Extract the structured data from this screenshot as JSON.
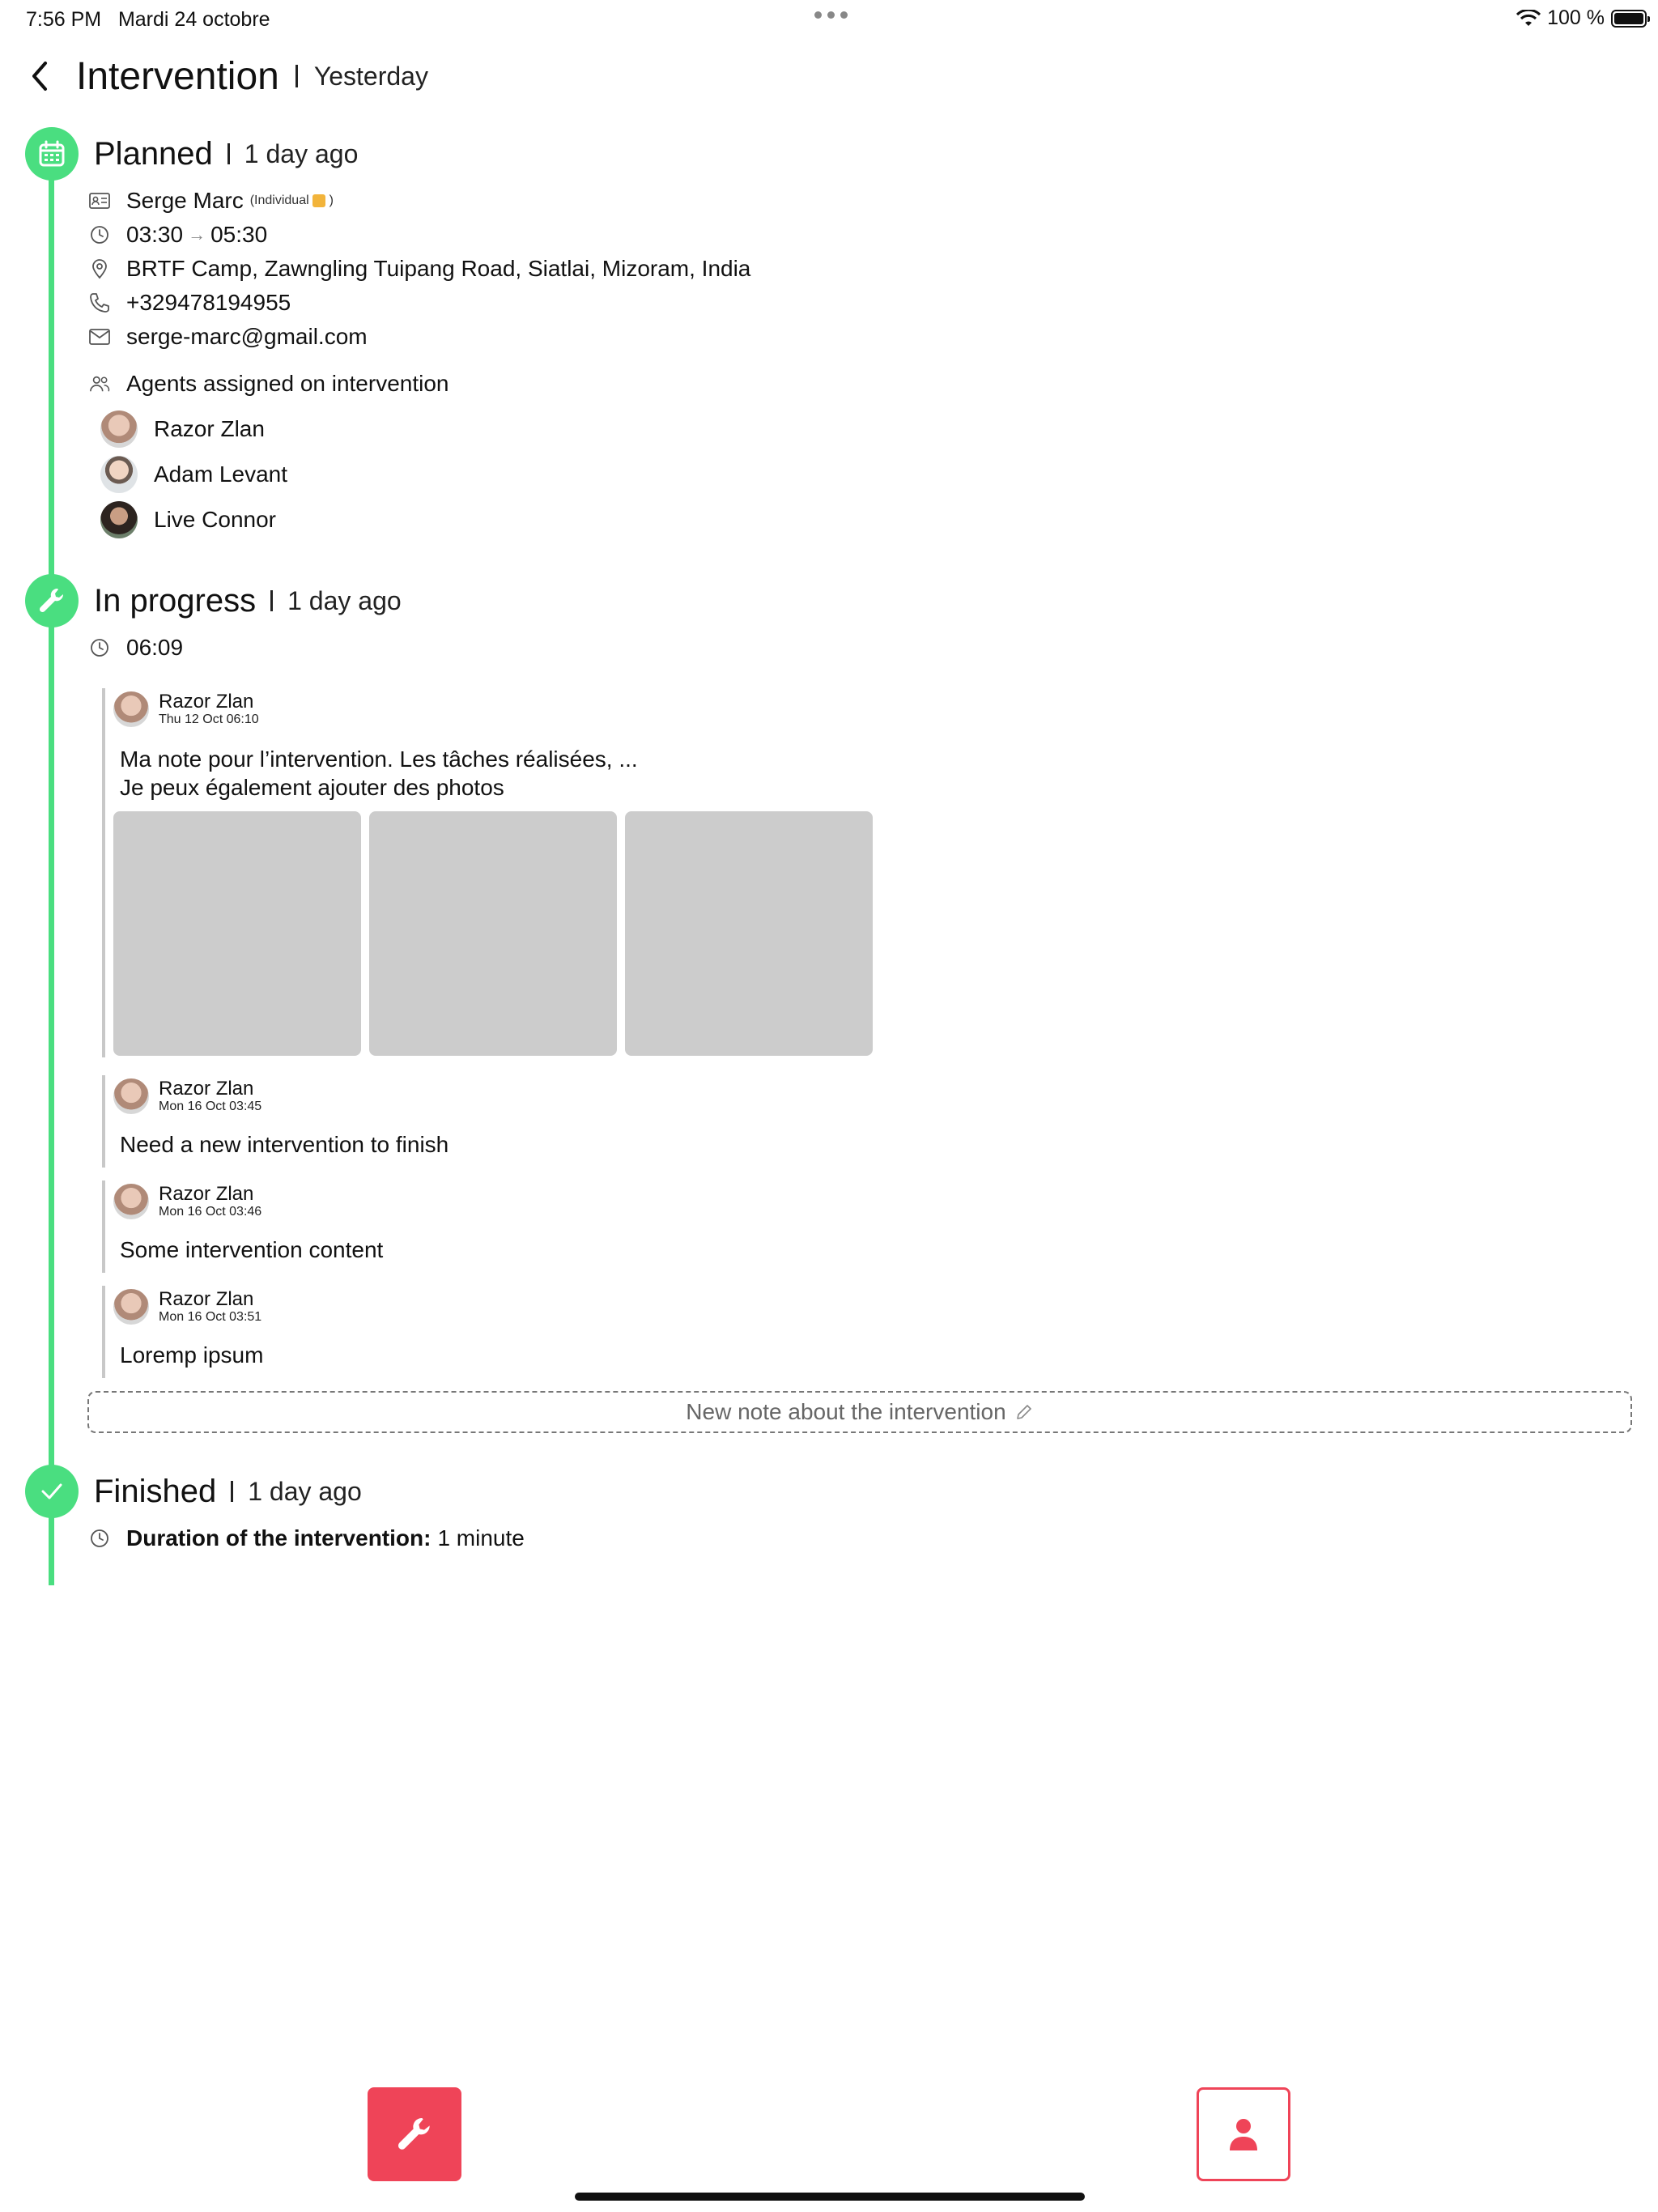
{
  "status_bar": {
    "time": "7:56 PM",
    "date": "Mardi 24 octobre",
    "battery": "100 %"
  },
  "header": {
    "title": "Intervention",
    "subtitle": "Yesterday"
  },
  "planned": {
    "title": "Planned",
    "ago": "1 day ago",
    "client_name": "Serge Marc",
    "client_type": "(Individual",
    "client_type_close": ")",
    "time_start": "03:30",
    "time_arrow": "→",
    "time_end": "05:30",
    "address": "BRTF Camp, Zawngling Tuipang Road, Siatlai, Mizoram, India",
    "phone": "+329478194955",
    "email": "serge-marc@gmail.com",
    "agents_heading": "Agents assigned on intervention",
    "agents": [
      {
        "name": "Razor Zlan"
      },
      {
        "name": "Adam Levant"
      },
      {
        "name": "Live Connor"
      }
    ]
  },
  "in_progress": {
    "title": "In progress",
    "ago": "1 day ago",
    "time": "06:09",
    "notes": [
      {
        "author": "Razor Zlan",
        "date": "Thu 12 Oct 06:10",
        "line1": "Ma note pour l’intervention. Les tâches réalisées, ...",
        "line2": "Je peux également ajouter des photos"
      },
      {
        "author": "Razor Zlan",
        "date": "Mon 16 Oct 03:45",
        "line1": "Need a new intervention to finish"
      },
      {
        "author": "Razor Zlan",
        "date": "Mon 16 Oct 03:46",
        "line1": "Some intervention content"
      },
      {
        "author": "Razor Zlan",
        "date": "Mon 16 Oct 03:51",
        "line1": "Loremp ipsum"
      }
    ],
    "new_note_label": "New note about the intervention"
  },
  "finished": {
    "title": "Finished",
    "ago": "1 day ago",
    "duration_label": "Duration of the intervention:",
    "duration_value": "1 minute"
  },
  "colors": {
    "timeline_green": "#4ade80",
    "action_red": "#ef4458"
  },
  "icons": {
    "planned": "calendar-icon",
    "in_progress": "wrench-icon",
    "finished": "check-icon"
  }
}
